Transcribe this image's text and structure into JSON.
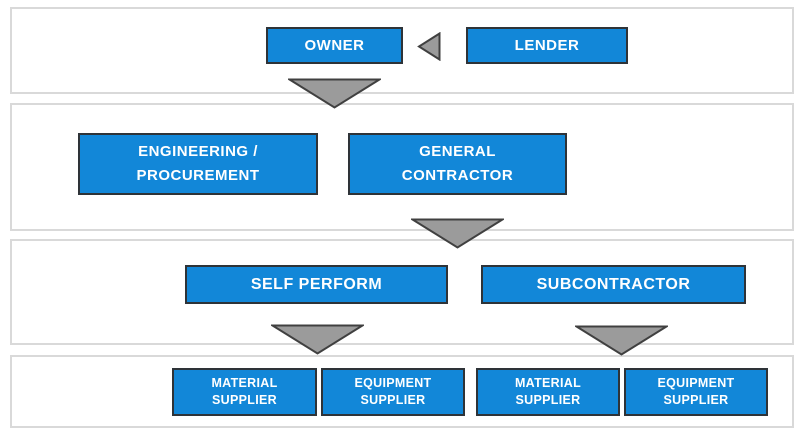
{
  "diagram": {
    "description": "Construction project contract hierarchy flowchart",
    "tiers": [
      {
        "level": 1,
        "boxes": [
          "OWNER",
          "LENDER"
        ]
      },
      {
        "level": 2,
        "boxes": [
          "ENGINEERING / PROCUREMENT",
          "GENERAL CONTRACTOR"
        ]
      },
      {
        "level": 3,
        "boxes": [
          "SELF PERFORM",
          "SUBCONTRACTOR"
        ]
      },
      {
        "level": 4,
        "boxes": [
          "MATERIAL SUPPLIER",
          "EQUIPMENT SUPPLIER",
          "MATERIAL SUPPLIER",
          "EQUIPMENT SUPPLIER"
        ]
      }
    ],
    "arrows": [
      "lender-to-owner-left",
      "owner-down-to-tier-2",
      "general-contractor-down-to-tier-3",
      "self-perform-down-to-tier-4",
      "subcontractor-down-to-tier-4"
    ]
  },
  "boxes": {
    "owner": {
      "label": "OWNER"
    },
    "lender": {
      "label": "LENDER"
    },
    "engineering": {
      "label": "ENGINEERING /\nPROCUREMENT"
    },
    "general_contractor": {
      "label": "GENERAL\nCONTRACTOR"
    },
    "self_perform": {
      "label": "SELF PERFORM"
    },
    "subcontractor": {
      "label": "SUBCONTRACTOR"
    },
    "material_supplier_1": {
      "label": "MATERIAL\nSUPPLIER"
    },
    "equipment_supplier_1": {
      "label": "EQUIPMENT\nSUPPLIER"
    },
    "material_supplier_2": {
      "label": "MATERIAL\nSUPPLIER"
    },
    "equipment_supplier_2": {
      "label": "EQUIPMENT\nSUPPLIER"
    }
  },
  "colors": {
    "box-blue": "#1287d8",
    "box-border": "#2e3338",
    "box-text": "#ffffff",
    "arrow-fill": "#9b9b9b",
    "arrow-stroke": "#404040",
    "band-border": "#d9d9d9",
    "background": "#ffffff"
  }
}
